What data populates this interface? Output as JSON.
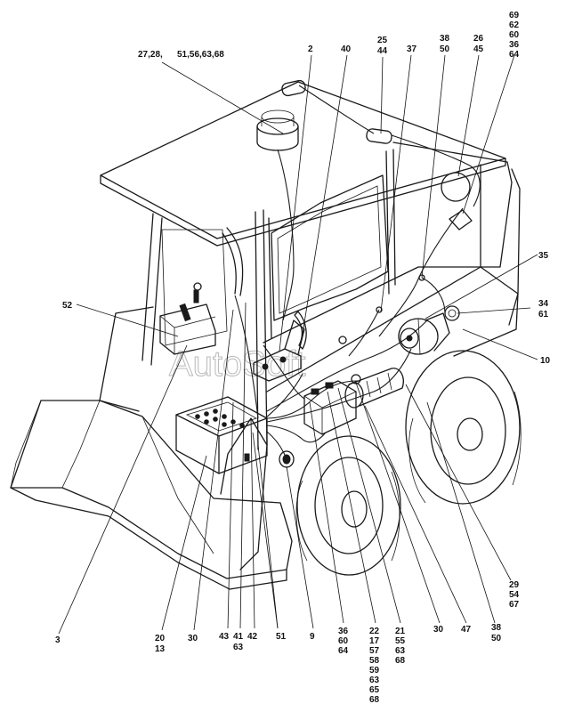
{
  "watermark": "AutoSoft",
  "callouts": [
    {
      "id": "c01",
      "lines": [
        "27,28,",
        "51,56,63,68"
      ]
    },
    {
      "id": "c02",
      "lines": [
        "2"
      ]
    },
    {
      "id": "c03",
      "lines": [
        "40"
      ]
    },
    {
      "id": "c04",
      "lines": [
        "25",
        "44"
      ]
    },
    {
      "id": "c05",
      "lines": [
        "37"
      ]
    },
    {
      "id": "c06",
      "lines": [
        "38",
        "50"
      ]
    },
    {
      "id": "c07",
      "lines": [
        "26",
        "45"
      ]
    },
    {
      "id": "c08",
      "lines": [
        "69",
        "62",
        "60",
        "36",
        "64"
      ]
    },
    {
      "id": "c09",
      "lines": [
        "52"
      ]
    },
    {
      "id": "c10",
      "lines": [
        "35"
      ]
    },
    {
      "id": "c11",
      "lines": [
        "34",
        "61"
      ]
    },
    {
      "id": "c12",
      "lines": [
        "10"
      ]
    },
    {
      "id": "c13",
      "lines": [
        "29",
        "54",
        "67"
      ]
    },
    {
      "id": "c14",
      "lines": [
        "38",
        "50"
      ]
    },
    {
      "id": "c15",
      "lines": [
        "3"
      ]
    },
    {
      "id": "c16",
      "lines": [
        "20",
        "13"
      ]
    },
    {
      "id": "c17",
      "lines": [
        "30"
      ]
    },
    {
      "id": "c18",
      "lines": [
        "43",
        "41",
        "42"
      ]
    },
    {
      "id": "c19",
      "lines": [
        "63"
      ]
    },
    {
      "id": "c20",
      "lines": [
        "51"
      ]
    },
    {
      "id": "c21",
      "lines": [
        "9"
      ]
    },
    {
      "id": "c22",
      "lines": [
        "36",
        "60",
        "64"
      ]
    },
    {
      "id": "c23",
      "lines": [
        "22",
        "17",
        "57",
        "58",
        "59",
        "63",
        "65",
        "68"
      ]
    },
    {
      "id": "c24",
      "lines": [
        "21",
        "55",
        "63",
        "68"
      ]
    },
    {
      "id": "c25",
      "lines": [
        "30"
      ]
    },
    {
      "id": "c26",
      "lines": [
        "47"
      ]
    }
  ]
}
